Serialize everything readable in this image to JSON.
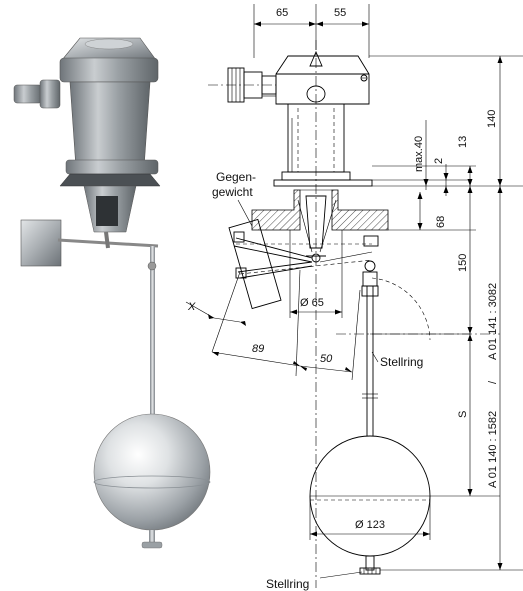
{
  "labels": {
    "counterweight_line1": "Gegen-",
    "counterweight_line2": "gewicht",
    "stop_ring_upper": "Stellring",
    "stop_ring_lower": "Stellring",
    "variant_a": "A 01 140 : 1582",
    "variant_sep": "/",
    "variant_b": "A 01 141 : 3082"
  },
  "dimensions": {
    "width_left": "65",
    "width_right": "55",
    "height_head": "140",
    "height_max": "max.40",
    "height_13": "13",
    "height_2": "2",
    "height_68": "68",
    "height_150": "150",
    "dia_65": "Ø 65",
    "offset_x": "X",
    "len_89": "89",
    "len_50": "50",
    "stroke_s": "S",
    "dia_123": "Ø 123"
  },
  "colors": {
    "line": "#000000",
    "metal_light": "#d9dcde",
    "metal_dark": "#7d8388"
  }
}
